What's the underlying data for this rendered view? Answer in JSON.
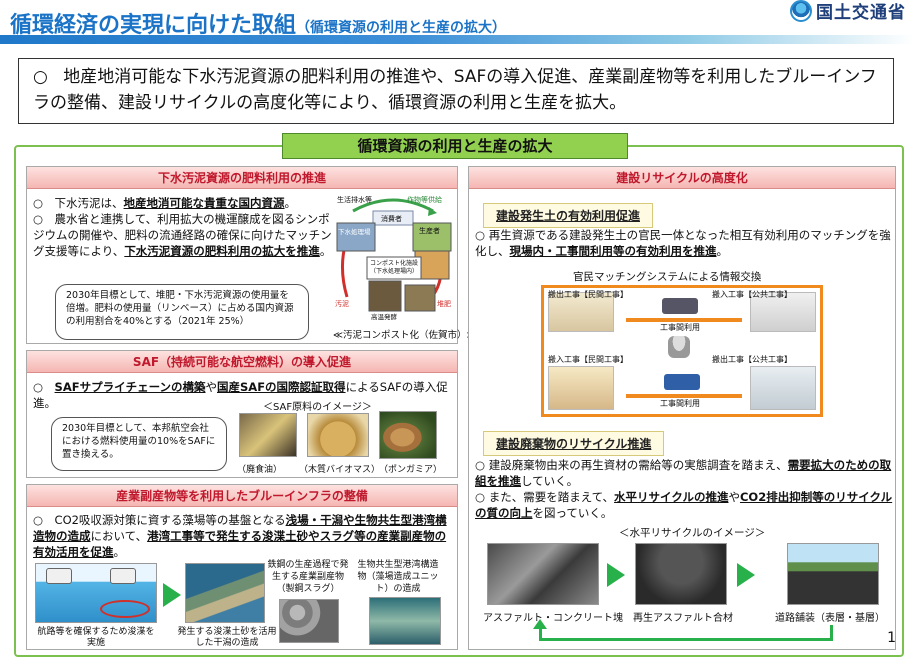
{
  "header": {
    "title": "循環経済の実現に向けた取組",
    "subtitle": "（循環資源の利用と生産の拡大）",
    "ministry": "国土交通省"
  },
  "summary": {
    "bullet": "○",
    "text": "地産地消可能な下水汚泥資源の肥料利用の推進や、SAFの導入促進、産業副産物等を利用したブルーインフラの整備、建設リサイクルの高度化等により、循環資源の利用と生産を拡大。"
  },
  "banner": "循環資源の利用と生産の拡大",
  "sewage": {
    "heading": "下水汚泥資源の肥料利用の推進",
    "p1_a": "○　下水汚泥は、",
    "p1_b": "地産地消可能な貴重な国内資源",
    "p1_c": "。",
    "p2_a": "○　農水省と連携して、利用拡大の機運醸成を図るシンポジウムの開催や、肥料の流通経路の確保に向けたマッチング支援等により、",
    "p2_b": "下水汚泥資源の肥料利用の拡大を推進",
    "p2_c": "。",
    "target": "2030年目標として、堆肥・下水汚泥資源の使用量を倍増。肥料の使用量（リンベース）に占める国内資源の利用割合を40%とする（2021年 25%）",
    "diagram": {
      "title_left": "生活排水等",
      "title_right": "作物等供給",
      "consumer": "消費者",
      "plant": "下水処理場",
      "producer": "生産者",
      "compost": "コンポスト化施設（下水処理場内）",
      "sludge": "汚泥",
      "fermentation": "高温発酵",
      "manure": "堆肥"
    },
    "caption": "≪汚泥コンポスト化（佐賀市）≫"
  },
  "saf": {
    "heading": "SAF（持続可能な航空燃料）の導入促進",
    "p1_a": "○　",
    "p1_b": "SAFサプライチェーンの構築",
    "p1_c": "や",
    "p1_d": "国産SAFの国際認証取得",
    "p1_e": "によるSAFの導入促進。",
    "image_title": "＜SAF原料のイメージ＞",
    "target": "2030年目標として、本邦航空会社における燃料使用量の10%をSAFに置き換える。",
    "captions": [
      "（廃食油）",
      "（木質バイオマス）",
      "（ポンガミア）"
    ]
  },
  "blue": {
    "heading": "産業副産物等を利用したブルーインフラの整備",
    "p1_a": "○　CO2吸収源対策に資する藻場等の基盤となる",
    "p1_b": "浅場・干潟や生物共生型港湾構造物の造成",
    "p1_c": "において、",
    "p1_d": "港湾工事等で発生する浚渫土砂やスラグ等の産業副産物の有効活用を促進",
    "p1_e": "。",
    "captions": {
      "dredge": "航路等を確保するため浚渫を実施",
      "tidal": "発生する浚渫土砂を活用した干潟の造成",
      "slag": "鉄鋼の生産過程で発生する産業副産物（製鋼スラグ）",
      "unit": "生物共生型港湾構造物（藻場造成ユニット）の造成"
    }
  },
  "recycle": {
    "heading": "建設リサイクルの高度化",
    "soil_title": "建設発生土の有効利用促進",
    "soil_a": "○ 再生資源である建設発生土の官民一体となった相互有効利用のマッチングを強化し、",
    "soil_b": "現場内・工事間利用等の有効利用を推進",
    "soil_c": "。",
    "matching_title": "官民マッチングシステムによる情報交換",
    "matching_labels": {
      "out_private": "搬出工事【民間工事】",
      "in_public": "搬入工事【公共工事】",
      "in_private": "搬入工事【民間工事】",
      "out_public": "搬出工事【公共工事】",
      "transfer1": "工事間利用",
      "transfer2": "工事間利用"
    },
    "waste_title": "建設廃棄物のリサイクル推進",
    "waste_p1_a": "○ 建設廃棄物由来の再生資材の需給等の実態調査を踏まえ、",
    "waste_p1_b": "需要拡大のための取組を推進",
    "waste_p1_c": "していく。",
    "waste_p2_a": "○ また、需要を踏まえて、",
    "waste_p2_b": "水平リサイクルの推進",
    "waste_p2_c": "や",
    "waste_p2_d": "CO2排出抑制等のリサイクルの質の向上",
    "waste_p2_e": "を図っていく。",
    "horizontal_title": "＜水平リサイクルのイメージ＞",
    "captions": [
      "アスファルト・コンクリート塊",
      "再生アスファルト合材",
      "道路舗装（表層・基層）"
    ]
  },
  "page_number": "1",
  "colors": {
    "title_blue": "#1a73c7",
    "heading_red": "#c0182c",
    "banner_green": "#92d050",
    "frame_green": "#7cc04f",
    "arrow_green": "#28b04a",
    "matching_orange": "#f08a1f"
  }
}
